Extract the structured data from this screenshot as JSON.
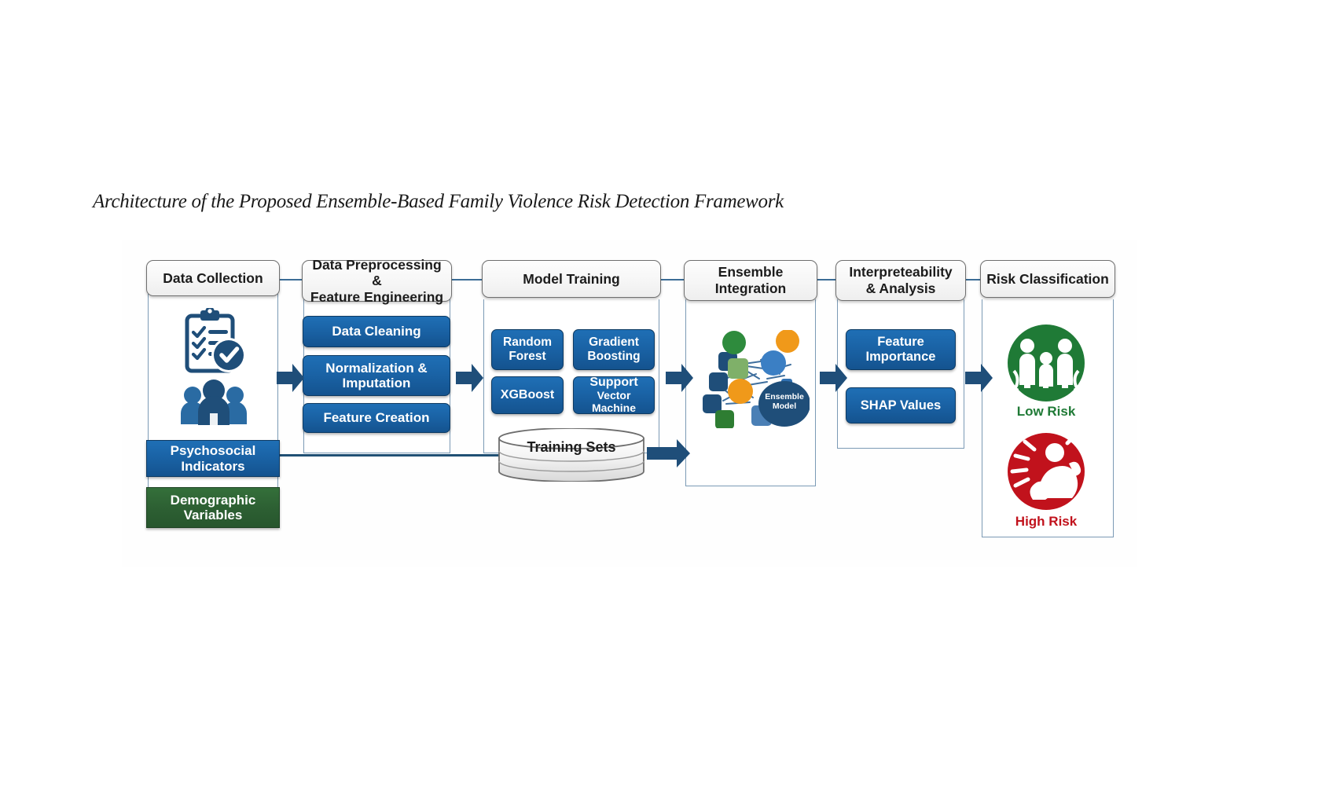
{
  "figure": {
    "title": "Architecture of the Proposed Ensemble-Based Family Violence Risk Detection Framework"
  },
  "palette": {
    "blue": "#1a63a6",
    "dark_blue": "#1f4e79",
    "green": "#2d6033",
    "low_risk_green": "#1f7a36",
    "high_risk_red": "#c1121c",
    "orange": "#f0991a",
    "light_green_node": "#7fb069",
    "header_gray": "#f2f2f2",
    "connector_blue": "#3c6d96"
  },
  "columns": [
    {
      "id": "data-collection",
      "header": "Data Collection",
      "icons": [
        {
          "name": "clipboard-checklist-icon"
        },
        {
          "name": "people-group-icon"
        }
      ],
      "bands": [
        {
          "name": "psychosocial-indicators-band",
          "label": "Psychosocial\nIndicators",
          "line1": "Psychosocial",
          "line2": "Indicators",
          "color": "blue"
        },
        {
          "name": "demographic-variables-band",
          "label": "Demographic\nVariables",
          "line1": "Demographic",
          "line2": "Variables",
          "color": "green"
        }
      ]
    },
    {
      "id": "data-preprocessing",
      "header": "Data Preprocessing &\nFeature Engineering",
      "header_line1": "Data Preprocessing &",
      "header_line2": "Feature Engineering",
      "items": [
        {
          "name": "data-cleaning-box",
          "line1": "Data Cleaning",
          "line2": ""
        },
        {
          "name": "normalization-imputation-box",
          "line1": "Normalization &",
          "line2": "Imputation"
        },
        {
          "name": "feature-creation-box",
          "line1": "Feature Creation",
          "line2": ""
        }
      ]
    },
    {
      "id": "model-training",
      "header": "Model Training",
      "items": [
        {
          "name": "random-forest-box",
          "line1": "Random",
          "line2": "Forest"
        },
        {
          "name": "gradient-boosting-box",
          "line1": "Gradient",
          "line2": "Boosting"
        },
        {
          "name": "xgboost-box",
          "line1": "XGBoost",
          "line2": ""
        },
        {
          "name": "support-vector-machine-box",
          "line1": "Support",
          "line2": "Vector Machine"
        }
      ],
      "datastore": {
        "name": "training-sets-cylinder",
        "label": "Training Sets"
      }
    },
    {
      "id": "ensemble-integration",
      "header": "Ensemble\nIntegration",
      "header_line1": "Ensemble",
      "header_line2": "Integration",
      "core": {
        "name": "ensemble-model-node",
        "line1": "Ensemble",
        "line2": "Model"
      }
    },
    {
      "id": "interpreteability-analysis",
      "header": "Interpreteability\n& Analysis",
      "header_line1": "Interpreteability",
      "header_line2": "& Analysis",
      "items": [
        {
          "name": "feature-importance-box",
          "line1": "Feature",
          "line2": "Importance"
        },
        {
          "name": "shap-values-box",
          "line1": "SHAP Values",
          "line2": ""
        }
      ]
    },
    {
      "id": "risk-classification",
      "header": "Risk Classification",
      "outcomes": [
        {
          "name": "low-risk-outcome",
          "caption": "Low Risk",
          "icon": "family-icon",
          "color": "#1f7a36"
        },
        {
          "name": "high-risk-outcome",
          "caption": "High Risk",
          "icon": "violence-icon",
          "color": "#c1121c"
        }
      ]
    }
  ],
  "flow_arrows": [
    {
      "name": "arrow-collection-to-preprocessing"
    },
    {
      "name": "arrow-preprocessing-to-training"
    },
    {
      "name": "arrow-training-to-ensemble"
    },
    {
      "name": "arrow-trainingsets-to-ensemble"
    },
    {
      "name": "arrow-ensemble-to-interpretability"
    },
    {
      "name": "arrow-interpretability-to-risk"
    }
  ]
}
